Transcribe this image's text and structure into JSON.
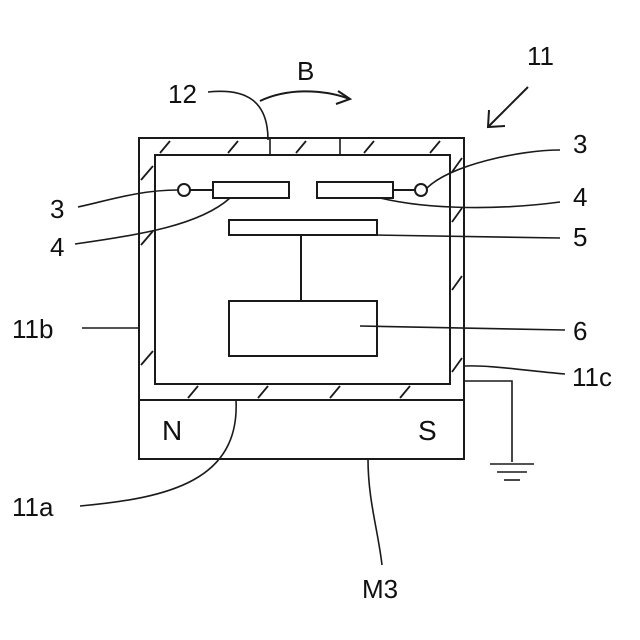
{
  "labels": {
    "device": "11",
    "field": "B",
    "port": "12",
    "terminal_left": "3",
    "terminal_right": "3",
    "electrode_left": "4",
    "electrode_right": "4",
    "plate": "5",
    "block": "6",
    "wall_left": "11b",
    "wall_right": "11c",
    "bottom_wall": "11a",
    "magnet": "M3",
    "pole_north": "N",
    "pole_south": "S"
  }
}
